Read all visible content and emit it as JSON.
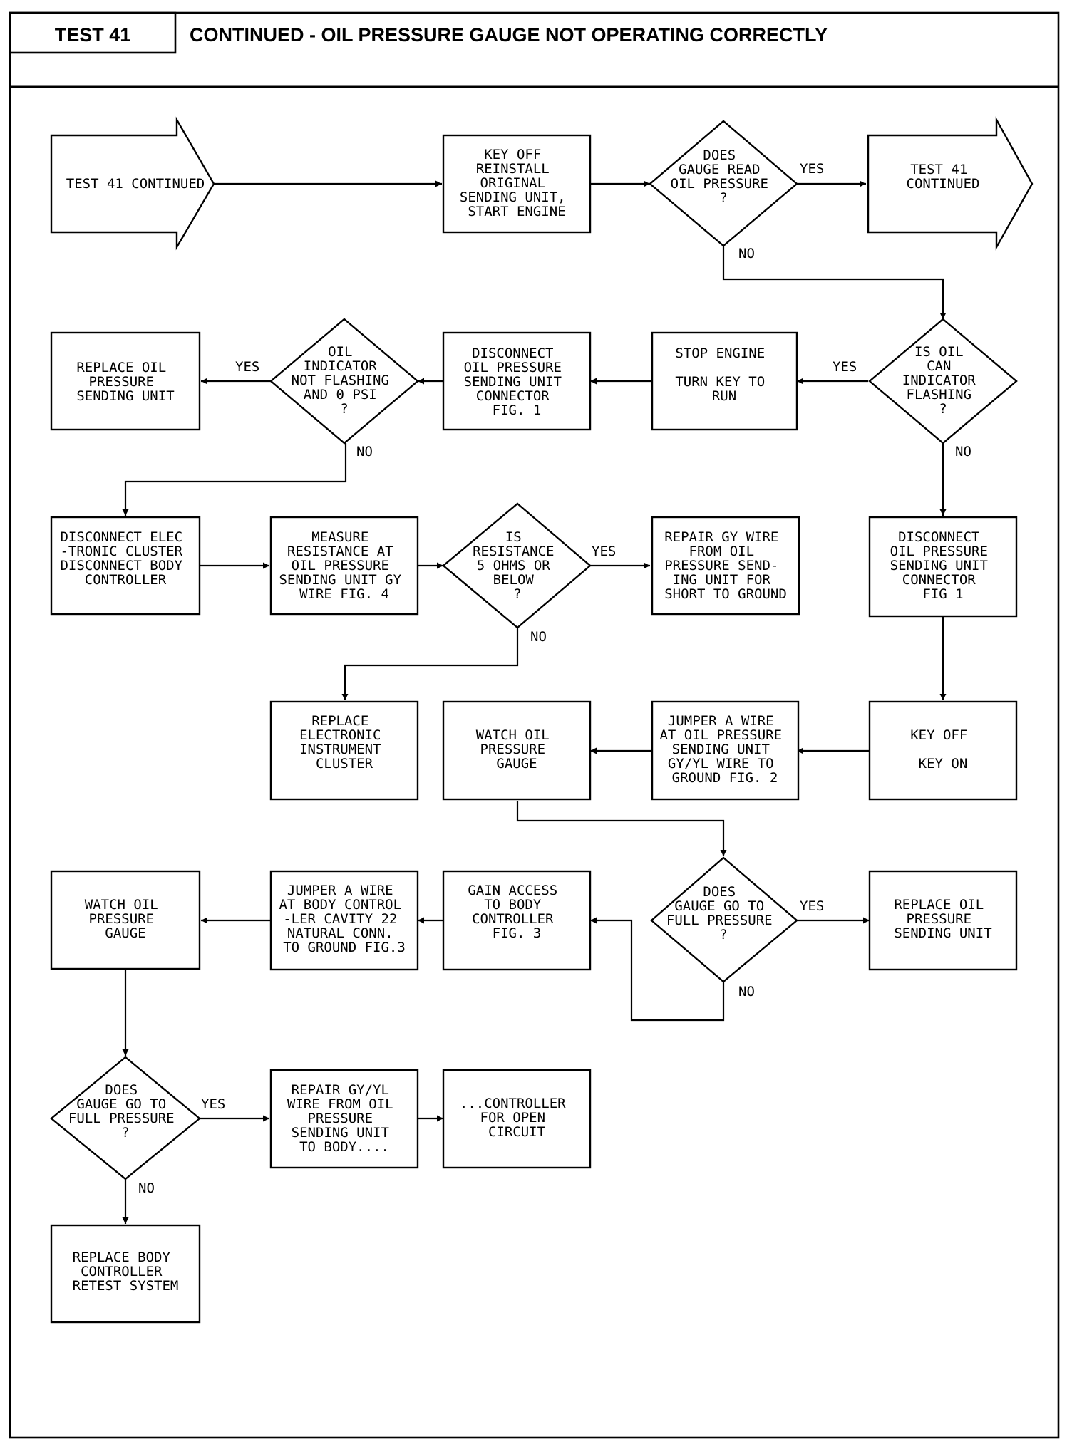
{
  "header": {
    "test_label": "TEST 41",
    "title": "CONTINUED - OIL PRESSURE GAUGE NOT OPERATING CORRECTLY"
  },
  "nodes": {
    "start_arrow": [
      "TEST 41 CONTINUED"
    ],
    "key_off_reinstall": [
      "KEY OFF",
      "REINSTALL",
      "ORIGINAL",
      "SENDING UNIT,",
      "START ENGINE"
    ],
    "q_gauge_read": [
      "DOES",
      "GAUGE READ",
      "OIL PRESSURE",
      "?"
    ],
    "end_arrow": [
      "TEST 41",
      "CONTINUED"
    ],
    "q_oil_can_flashing": [
      "IS OIL",
      "CAN",
      "INDICATOR",
      "FLASHING",
      "?"
    ],
    "stop_engine": [
      "STOP ENGINE",
      "",
      "TURN KEY TO",
      "RUN"
    ],
    "disconnect_sending_1": [
      "DISCONNECT",
      "OIL PRESSURE",
      "SENDING UNIT",
      "CONNECTOR",
      "FIG. 1"
    ],
    "q_not_flashing_0psi": [
      "OIL",
      "INDICATOR",
      "NOT FLASHING",
      "AND 0 PSI",
      "?"
    ],
    "replace_sending_1": [
      "REPLACE OIL",
      "PRESSURE",
      "SENDING UNIT"
    ],
    "disconnect_cluster": [
      "DISCONNECT ELEC",
      "-TRONIC CLUSTER",
      "DISCONNECT BODY",
      "CONTROLLER"
    ],
    "measure_resistance": [
      "MEASURE",
      "RESISTANCE AT",
      "OIL PRESSURE",
      "SENDING UNIT GY",
      "WIRE FIG. 4"
    ],
    "q_resistance": [
      "IS",
      "RESISTANCE",
      "5 OHMS OR",
      "BELOW",
      "?"
    ],
    "repair_gy_wire": [
      "REPAIR GY WIRE",
      "FROM OIL",
      "PRESSURE SEND-",
      "ING UNIT FOR",
      "SHORT TO GROUND"
    ],
    "disconnect_sending_2": [
      "DISCONNECT",
      "OIL PRESSURE",
      "SENDING UNIT",
      "CONNECTOR",
      "FIG 1"
    ],
    "replace_cluster": [
      "REPLACE",
      "ELECTRONIC",
      "INSTRUMENT",
      "CLUSTER"
    ],
    "watch_gauge_1": [
      "WATCH OIL",
      "PRESSURE",
      "GAUGE"
    ],
    "jumper_gyyl": [
      "JUMPER A WIRE",
      "AT OIL PRESSURE",
      "SENDING UNIT",
      "GY/YL WIRE TO",
      "GROUND FIG. 2"
    ],
    "key_off_on": [
      "KEY OFF",
      "",
      "KEY ON"
    ],
    "q_full_pressure_1": [
      "DOES",
      "GAUGE GO TO",
      "FULL PRESSURE",
      "?"
    ],
    "replace_sending_2": [
      "REPLACE OIL",
      "PRESSURE",
      "SENDING UNIT"
    ],
    "gain_access": [
      "GAIN ACCESS",
      "TO BODY",
      "CONTROLLER",
      "FIG. 3"
    ],
    "jumper_body": [
      "JUMPER A WIRE",
      "AT BODY CONTROL",
      "-LER CAVITY 22",
      "NATURAL CONN.",
      "TO GROUND FIG.3"
    ],
    "watch_gauge_2": [
      "WATCH OIL",
      "PRESSURE",
      "GAUGE"
    ],
    "q_full_pressure_2": [
      "DOES",
      "GAUGE GO TO",
      "FULL PRESSURE",
      "?"
    ],
    "repair_gyyl_wire": [
      "REPAIR GY/YL",
      "WIRE FROM OIL",
      "PRESSURE",
      "SENDING UNIT",
      "TO BODY...."
    ],
    "controller_open": [
      "...CONTROLLER",
      "FOR OPEN",
      "CIRCUIT"
    ],
    "replace_body_controller": [
      "REPLACE BODY",
      "CONTROLLER",
      "RETEST SYSTEM"
    ]
  },
  "labels": {
    "l1": "YES",
    "l2": "NO",
    "l3": "YES",
    "l4": "NO",
    "l5": "YES",
    "l6": "NO",
    "l7": "YES",
    "l8": "NO",
    "l9": "YES",
    "l10": "NO",
    "l11": "YES",
    "l12": "NO"
  }
}
